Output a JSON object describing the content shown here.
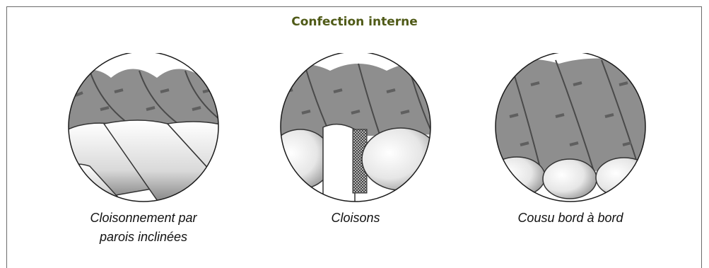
{
  "title": "Confection interne",
  "panels": [
    {
      "caption_line1": "Cloisonnement par",
      "caption_line2": "parois inclinées"
    },
    {
      "caption_line1": "Cloisons",
      "caption_line2": ""
    },
    {
      "caption_line1": "Cousu bord à bord",
      "caption_line2": ""
    }
  ],
  "colors": {
    "title": "#4f5a17",
    "border": "#6b6b6b",
    "fabric": "#8e8e8e",
    "fabric_dark": "#5f5f5f"
  }
}
